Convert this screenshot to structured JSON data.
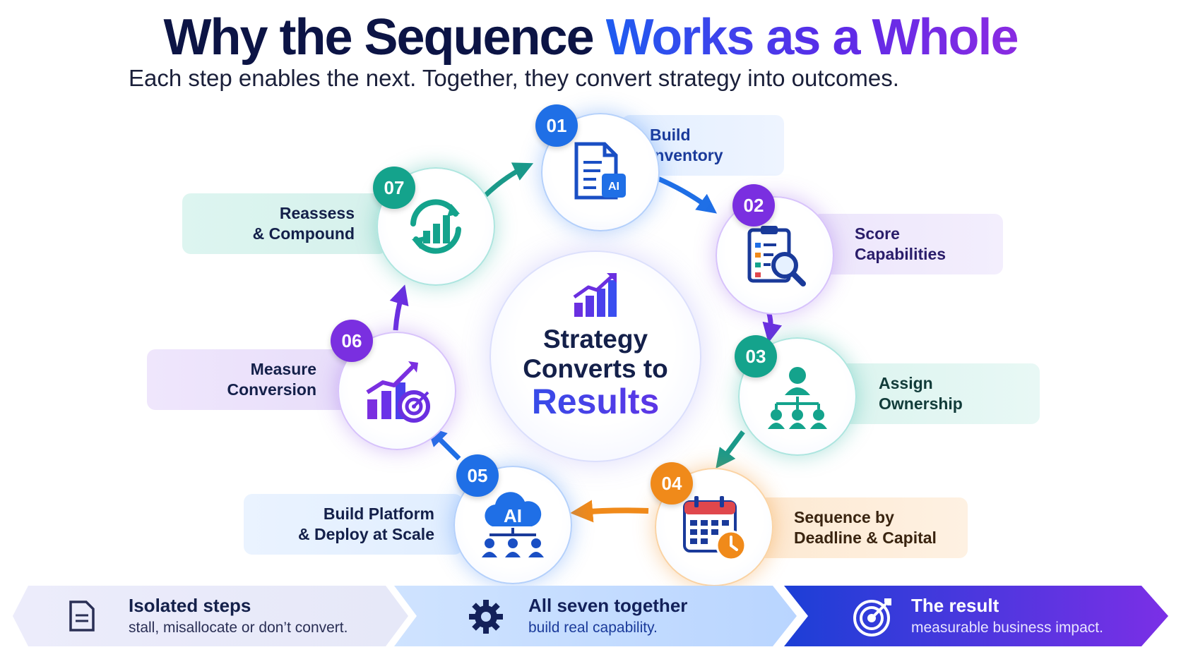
{
  "header": {
    "title_part1": "Why the Sequence",
    "title_part2": "Works as a Whole",
    "subtitle": "Each step enables the next.  Together,  they convert strategy into outcomes."
  },
  "center": {
    "icon": "growth-chart-icon",
    "line1": "Strategy",
    "line2": "Converts to",
    "line3": "Results"
  },
  "steps": [
    {
      "number": "01",
      "label": "Build\nInventory",
      "icon": "document-ai-icon",
      "color": "#1f6fe6"
    },
    {
      "number": "02",
      "label": "Score\nCapabilities",
      "icon": "clipboard-magnifier-icon",
      "color": "#7a2fe0"
    },
    {
      "number": "03",
      "label": "Assign\nOwnership",
      "icon": "org-chart-icon",
      "color": "#14a38c"
    },
    {
      "number": "04",
      "label": "Sequence by\nDeadline & Capital",
      "icon": "calendar-clock-icon",
      "color": "#f08a1a"
    },
    {
      "number": "05",
      "label": "Build Platform\n& Deploy at Scale",
      "icon": "ai-cloud-network-icon",
      "color": "#1f6fe6"
    },
    {
      "number": "06",
      "label": "Measure\nConversion",
      "icon": "chart-target-icon",
      "color": "#7a2fe0"
    },
    {
      "number": "07",
      "label": "Reassess\n& Compound",
      "icon": "cycle-chart-icon",
      "color": "#14a38c"
    }
  ],
  "banner": [
    {
      "title": "Isolated steps",
      "subtitle": "stall, misallocate or don’t convert.",
      "icon": "document-icon"
    },
    {
      "title": "All seven together",
      "subtitle": "build real capability.",
      "icon": "gear-icon"
    },
    {
      "title": "The result",
      "subtitle": "measurable business impact.",
      "icon": "target-icon"
    }
  ],
  "colors": {
    "navy": "#0c1445",
    "blue": "#1f6fe6",
    "purple": "#7a2fe0",
    "teal": "#14a38c",
    "orange": "#f08a1a"
  }
}
